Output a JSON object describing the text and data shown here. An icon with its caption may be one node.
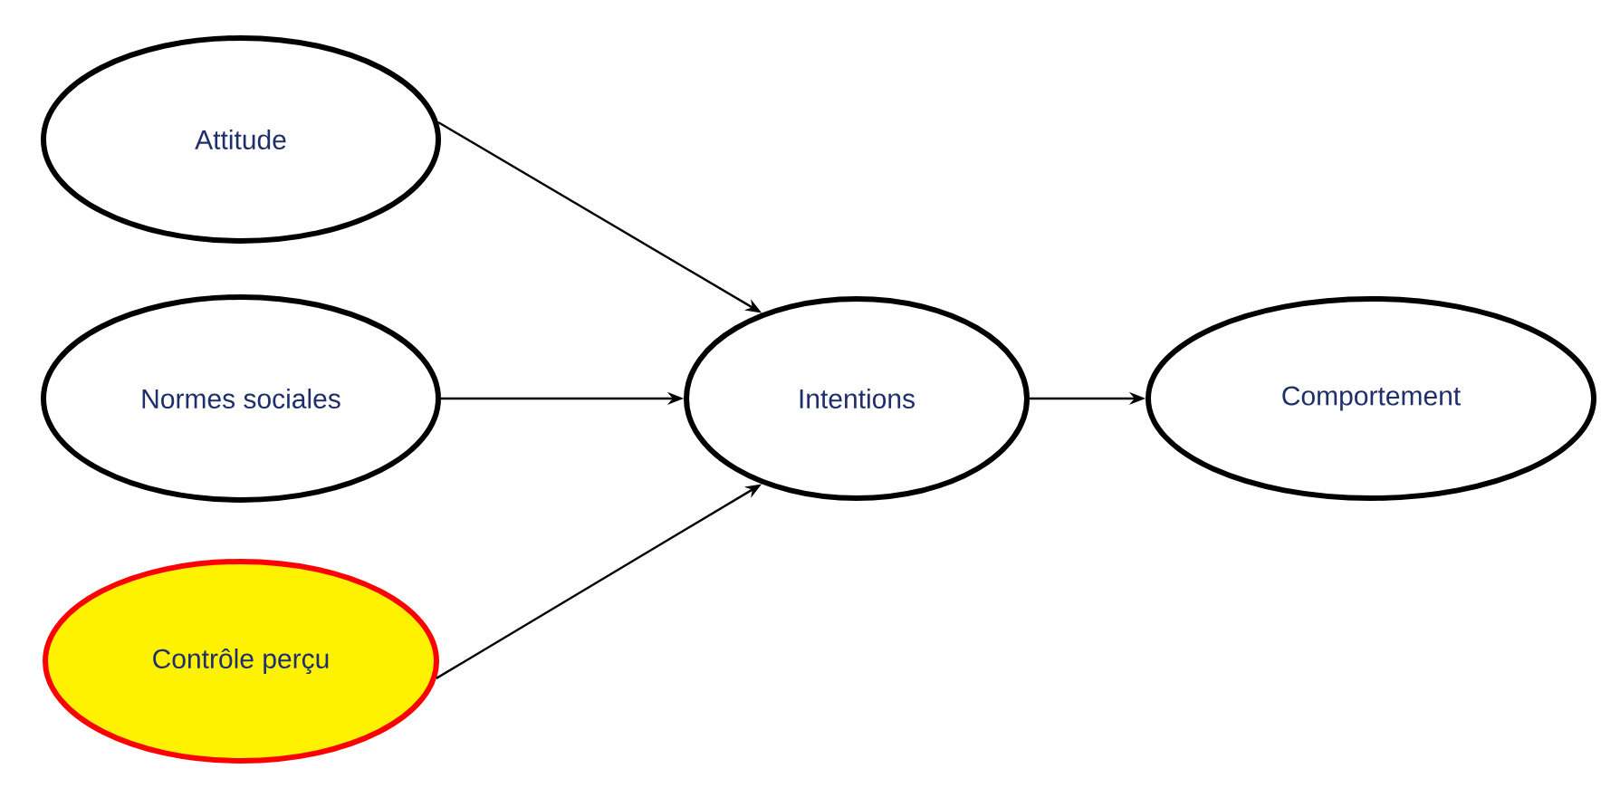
{
  "diagram": {
    "nodes": [
      {
        "text": [
          "Attitude"
        ]
      },
      {
        "text": [
          "Normes sociales"
        ]
      },
      {
        "text": [
          "Contrôle perçu"
        ]
      },
      {
        "text": [
          "Intentions"
        ]
      },
      {
        "text": [
          "Comportement"
        ]
      }
    ],
    "edges": [
      {
        "from": 0,
        "to": 3,
        "arrow": "to"
      },
      {
        "from": 1,
        "to": 3,
        "arrow": "to"
      },
      {
        "from": 2,
        "to": 3,
        "arrow": "to"
      },
      {
        "from": 3,
        "to": 4,
        "arrow": "to"
      }
    ]
  }
}
